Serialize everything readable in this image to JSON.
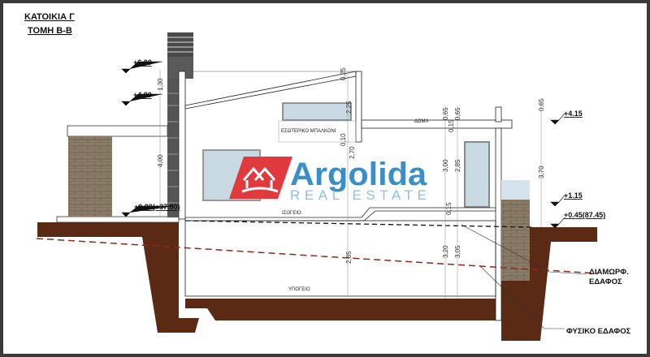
{
  "title": {
    "line1": "ΚΑΤΟΙΚΙΑ Γ",
    "line2": "ΤΟΜΗ Β-Β"
  },
  "levels": [
    "+6.00",
    "+4.80",
    "+0.80(+87.80)",
    "+4.15",
    "+1.15",
    "+0.45(87.45)"
  ],
  "dimensions": [
    "1,30",
    "4,00",
    "0,25",
    "2,25",
    "0,10",
    "2,70",
    "2,85",
    "0,65",
    "0,15",
    "0,65",
    "3,00",
    "2,85",
    "0,15",
    "3,20",
    "3,05",
    "0,65",
    "3,70"
  ],
  "rooms": {
    "balcony": "ΕΣΩΤΕΡΙΚΟ ΜΠΑΛΚΟΝΙ",
    "roof": "ΔΩΜΑ",
    "ground_floor": "ΙΣΟΓΕΙΟ",
    "basement": "ΥΠΟΓΕΙΟ"
  },
  "notes": {
    "graded_1": "ΔΙΑΜΩΡΦ.",
    "graded_2": "ΕΔΑΦΟΣ",
    "natural": "ΦΥΣΙΚΟ ΕΔΑΦΟΣ"
  },
  "watermark": {
    "name": "Argolida",
    "sub": "REAL ESTATE"
  },
  "colors": {
    "earth": "#5a2a14",
    "stone": "#8a7c66",
    "glass": "#c8d9e3",
    "brand_red": "#e0393e",
    "brand_blue": "#3a8fc8",
    "frame": "#3a3a3a"
  }
}
